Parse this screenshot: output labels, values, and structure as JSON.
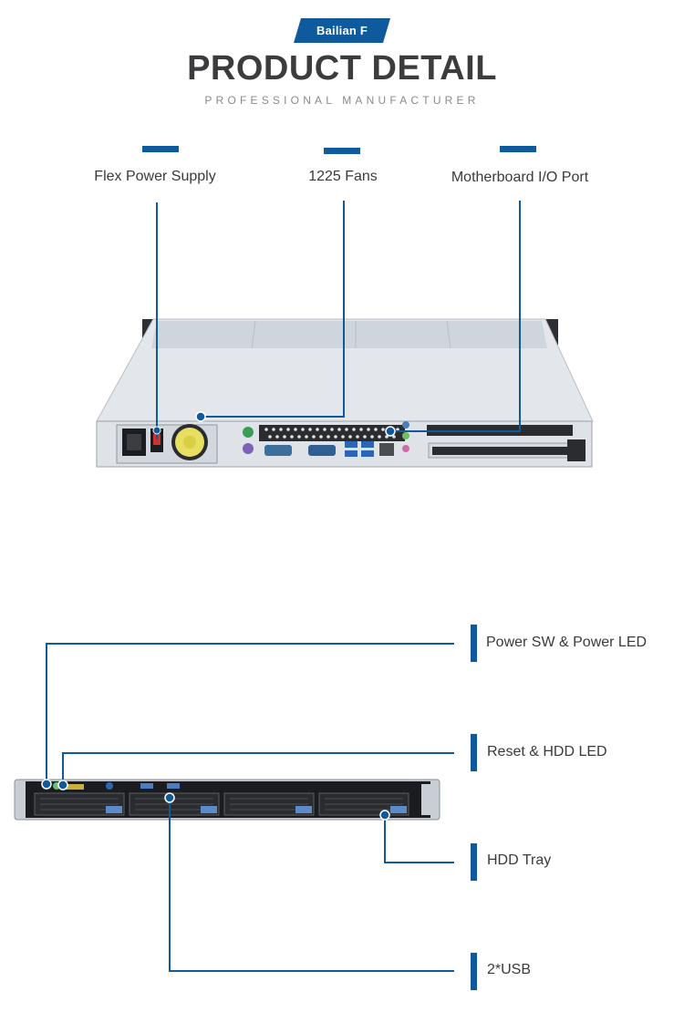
{
  "header": {
    "brand": "Bailian F",
    "title": "PRODUCT DETAIL",
    "subtitle": "PROFESSIONAL MANUFACTURER"
  },
  "rear_view": {
    "callouts": [
      {
        "label": "Flex Power Supply"
      },
      {
        "label": "1225 Fans"
      },
      {
        "label": "Motherboard I/O Port"
      }
    ]
  },
  "front_view": {
    "callouts": [
      {
        "label": "Power SW & Power LED"
      },
      {
        "label": "Reset & HDD LED"
      },
      {
        "label": "HDD Tray"
      },
      {
        "label": "2*USB"
      }
    ]
  },
  "colors": {
    "accent": "#0f5a9c",
    "title": "#3c3c3e",
    "chassis": "#dfe3e8",
    "front_panel": "#1a1c20"
  }
}
